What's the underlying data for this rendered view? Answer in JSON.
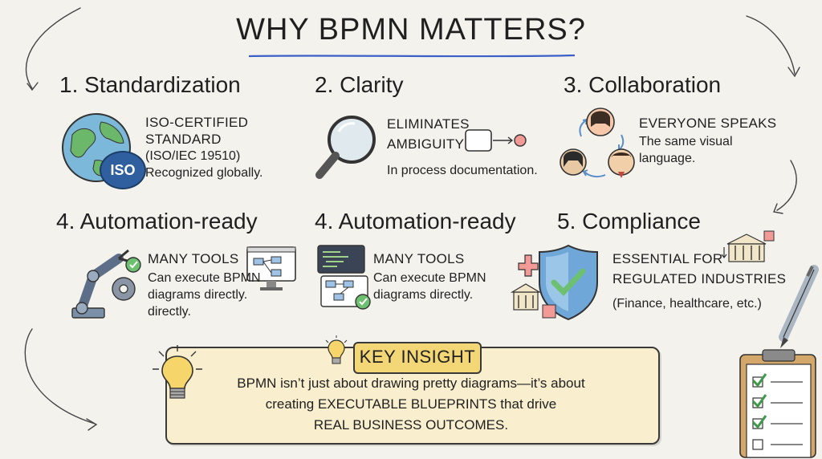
{
  "title": "WHY BPMN MATTERS?",
  "colors": {
    "paper": "#f4f2ec",
    "accent_yellow": "#f3d675",
    "insight_bg": "#f9efcf",
    "shield_blue": "#6fa8d8",
    "check_green": "#6cc070"
  },
  "cards": [
    {
      "title": "1. Standardization",
      "caption_lines": [
        "ISO-CERTIFIED",
        "STANDARD"
      ],
      "body_lines": [
        "(ISO/IEC 19510)",
        "Recognized globally."
      ],
      "badge": "ISO",
      "icon": "globe-icon"
    },
    {
      "title": "2. Clarity",
      "caption_lines": [
        "ELIMINATES",
        "AMBIGUITY"
      ],
      "body_lines": [
        "In process documentation."
      ],
      "icon": "magnifier-icon"
    },
    {
      "title": "3. Collaboration",
      "caption_lines": [
        "EVERYONE SPEAKS"
      ],
      "body_lines": [
        "The same visual",
        "language."
      ],
      "icon": "people-cycle-icon"
    },
    {
      "title": "4. Automation-ready",
      "caption_lines": [
        "MANY TOOLS"
      ],
      "body_lines": [
        "Can execute BPMN",
        "diagrams directly.",
        "directly."
      ],
      "icon": "robot-arm-icon"
    },
    {
      "title": "4. Automation-ready",
      "caption_lines": [
        "MANY TOOLS"
      ],
      "body_lines": [
        "Can execute BPMN",
        "diagrams directly."
      ],
      "icon": "code-window-icon"
    },
    {
      "title": "5. Compliance",
      "caption_lines": [
        "ESSENTIAL FOR",
        "REGULATED INDUSTRIES"
      ],
      "body_lines": [
        "(Finance, healthcare, etc.)"
      ],
      "icon": "shield-icon"
    }
  ],
  "insight": {
    "label": "KEY INSIGHT",
    "lines": [
      "BPMN isn’t just about drawing pretty diagrams—it’s about",
      "creating EXECUTABLE BLUEPRINTS that drive",
      "REAL BUSINESS OUTCOMES."
    ]
  }
}
